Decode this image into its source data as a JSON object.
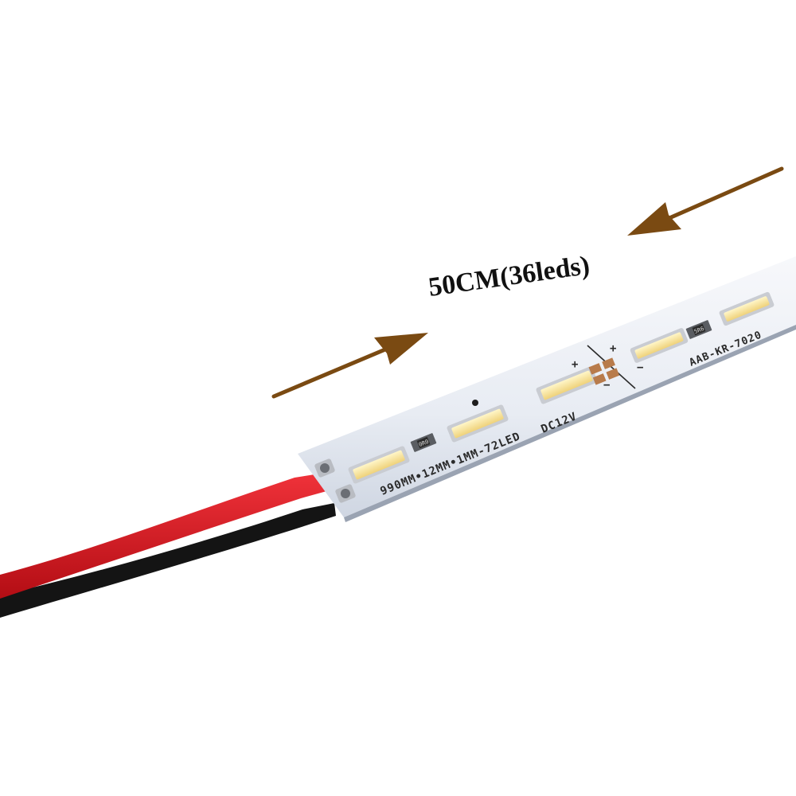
{
  "annotation": {
    "length_label": "50CM(36leds)"
  },
  "pcb": {
    "spec_text": "990MM•12MM•1MM-72LED",
    "voltage_text": "DC12V",
    "model_text": "AAB-KR-7020",
    "plus_sign": "+",
    "minus_sign": "−",
    "resistor_code": "0R0",
    "resistor_code_2": "5R6"
  },
  "colors": {
    "arrow": "#7a4a12",
    "board": "#eef1f6",
    "led_lens": "#f6e39a",
    "wire_red": "#d8141c",
    "wire_black": "#111111"
  }
}
